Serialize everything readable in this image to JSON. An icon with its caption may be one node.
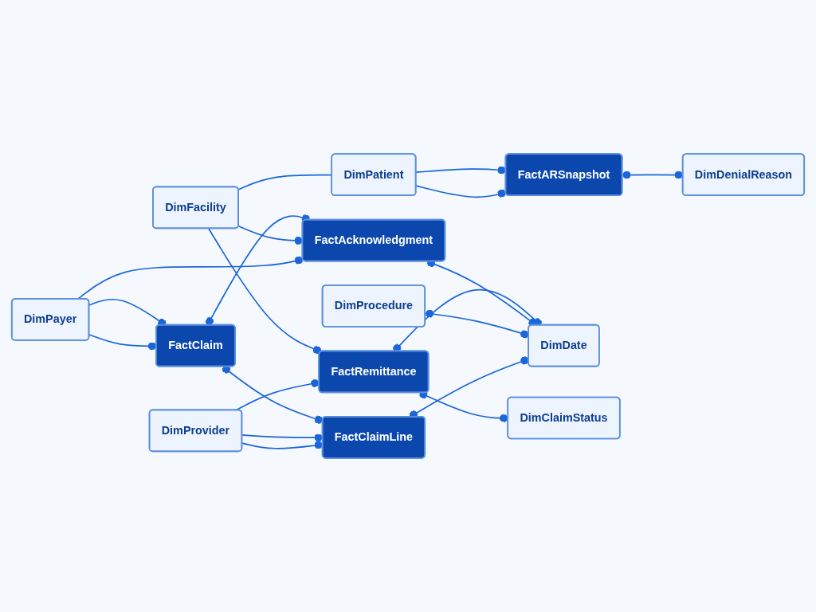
{
  "diagram": {
    "nodes": [
      {
        "text": [
          "DimPayer"
        ]
      },
      {
        "text": [
          "DimProvider"
        ]
      },
      {
        "text": [
          "DimFacility"
        ]
      },
      {
        "text": [
          "DimPatient"
        ]
      },
      {
        "text": [
          "FactClaim"
        ]
      },
      {
        "text": [
          "FactClaimLine"
        ]
      },
      {
        "text": [
          "FactAcknowledgment"
        ]
      },
      {
        "text": [
          "FactRemittance"
        ]
      },
      {
        "text": [
          "FactARSnapshot"
        ]
      },
      {
        "text": [
          "DimProcedure"
        ]
      },
      {
        "text": [
          "DimDate"
        ]
      },
      {
        "text": [
          "DimClaimStatus"
        ]
      },
      {
        "text": [
          "DimDenialReason"
        ]
      }
    ],
    "edges": [
      {
        "from": 0,
        "to": 4,
        "arrow": "other"
      },
      {
        "from": 0,
        "to": 4,
        "arrow": "other"
      },
      {
        "from": 0,
        "to": 6,
        "arrow": "other"
      },
      {
        "from": 1,
        "to": 5,
        "arrow": "other"
      },
      {
        "from": 1,
        "to": 5,
        "arrow": "other"
      },
      {
        "from": 1,
        "to": 7,
        "arrow": "other"
      },
      {
        "from": 2,
        "to": 6,
        "arrow": "other"
      },
      {
        "from": 2,
        "to": 7,
        "arrow": "other"
      },
      {
        "from": 2,
        "to": 3,
        "arrow": "none"
      },
      {
        "from": 3,
        "to": 8,
        "arrow": "other"
      },
      {
        "from": 3,
        "to": 8,
        "arrow": "other"
      },
      {
        "from": 4,
        "to": 5,
        "arrow": "other"
      },
      {
        "from": 4,
        "to": 6,
        "arrow": "other"
      },
      {
        "from": 5,
        "to": 10,
        "arrow": "other"
      },
      {
        "from": 9,
        "to": 10,
        "arrow": "other"
      },
      {
        "from": 6,
        "to": 10,
        "arrow": "other"
      },
      {
        "from": 7,
        "to": 10,
        "arrow": "other"
      },
      {
        "from": 7,
        "to": 11,
        "arrow": "other"
      },
      {
        "from": 8,
        "to": 12,
        "arrow": "other"
      }
    ]
  }
}
